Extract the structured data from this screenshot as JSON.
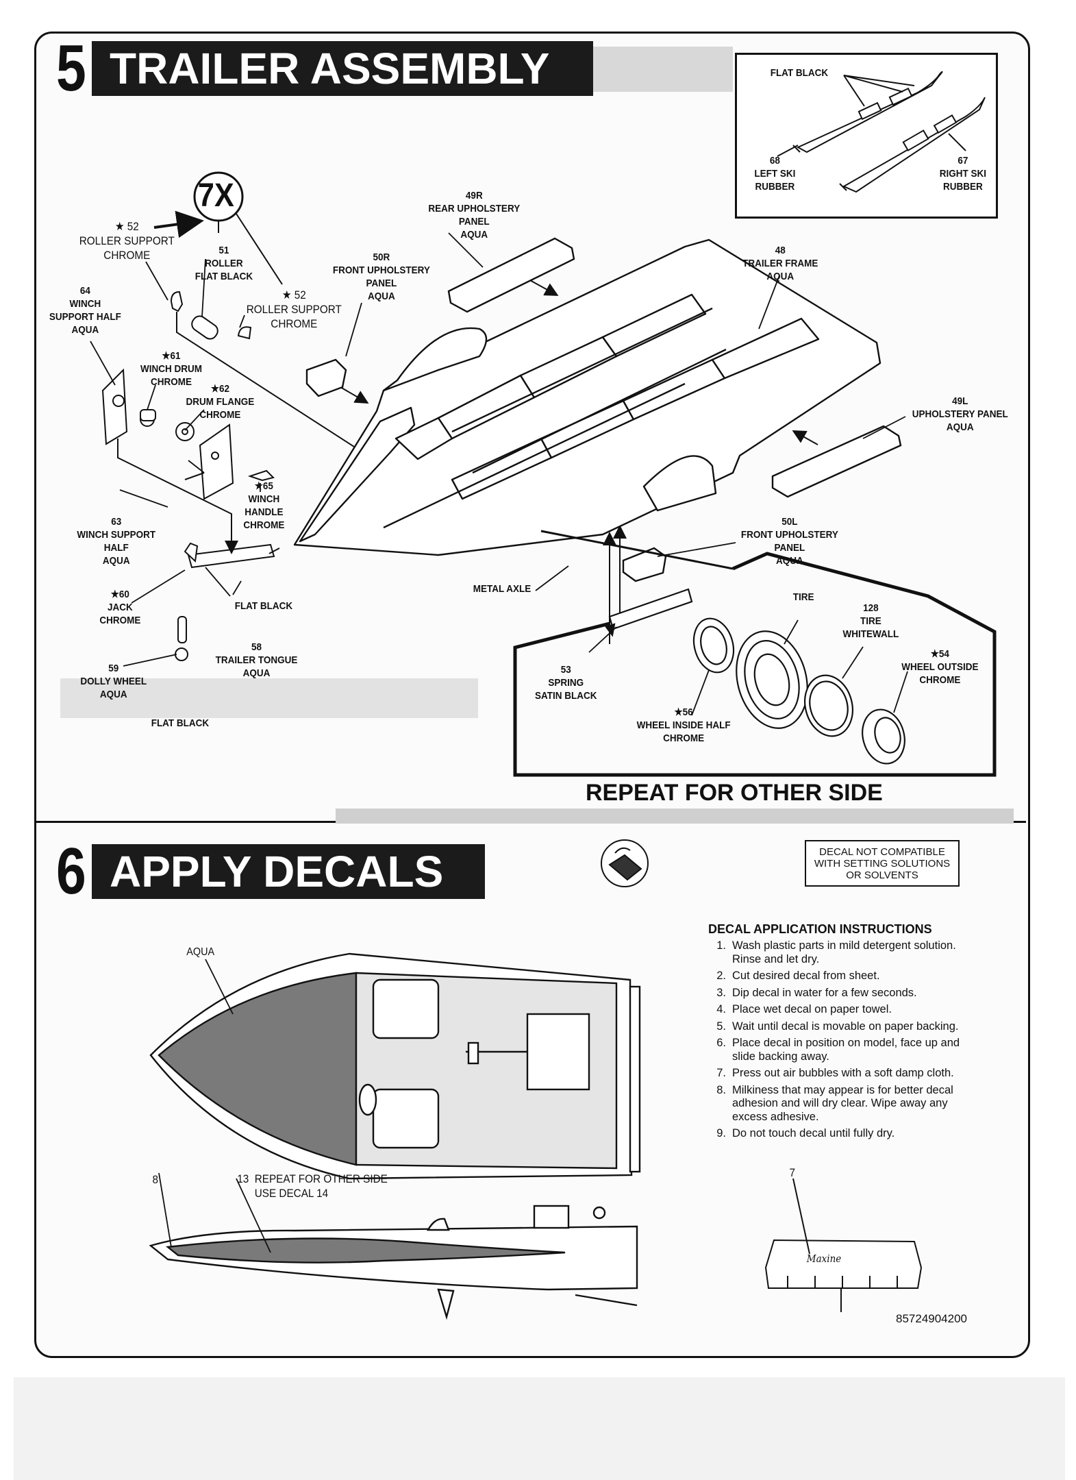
{
  "section5": {
    "number": "5",
    "title": "TRAILER ASSEMBLY",
    "inset": {
      "flat_black": "FLAT BLACK",
      "left_ski": "68\nLEFT SKI\nRUBBER",
      "right_ski": "67\nRIGHT SKI\nRUBBER"
    },
    "callout_7x": "7X",
    "labels": {
      "roller_support_left": "★ 52\nROLLER SUPPORT\nCHROME",
      "roller": "51\nROLLER\nFLAT BLACK",
      "roller_support_right": "★ 52\nROLLER SUPPORT\nCHROME",
      "winch_support_64": "64\nWINCH\nSUPPORT HALF\nAQUA",
      "winch_drum": "★61\nWINCH DRUM\nCHROME",
      "drum_flange": "★62\nDRUM FLANGE\nCHROME",
      "winch_handle": "★65\nWINCH\nHANDLE\nCHROME",
      "winch_support_63": "63\nWINCH SUPPORT\nHALF\nAQUA",
      "jack": "★60\nJACK\nCHROME",
      "tongue_flat_black": "FLAT BLACK",
      "trailer_tongue": "58\nTRAILER TONGUE\nAQUA",
      "dolly_wheel": "59\nDOLLY WHEEL\nAQUA",
      "dolly_flat_black": "FLAT BLACK",
      "rear_upholstery": "49R\nREAR UPHOLSTERY\nPANEL\nAQUA",
      "front_upholstery_r": "50R\nFRONT UPHOLSTERY\nPANEL\nAQUA",
      "trailer_frame": "48\nTRAILER FRAME\nAQUA",
      "upholstery_49l": "49L\nUPHOLSTERY PANEL\nAQUA",
      "front_upholstery_l": "50L\nFRONT UPHOLSTERY\nPANEL\nAQUA",
      "metal_axle": "METAL AXLE",
      "tire": "TIRE",
      "tire_whitewall": "128\nTIRE\nWHITEWALL",
      "wheel_outside": "★54\nWHEEL OUTSIDE\nCHROME",
      "spring": "53\nSPRING\nSATIN BLACK",
      "wheel_inside": "★56\nWHEEL INSIDE HALF\nCHROME"
    },
    "repeat_note": "REPEAT FOR OTHER SIDE"
  },
  "section6": {
    "number": "6",
    "title": "APPLY DECALS",
    "warning": [
      "DECAL NOT COMPATIBLE",
      "WITH SETTING SOLUTIONS",
      "OR SOLVENTS"
    ],
    "labels": {
      "aqua": "AQUA",
      "decal_8": "8",
      "decal_13": "13  REPEAT FOR OTHER SIDE\n      USE DECAL 14",
      "decal_7": "7",
      "engine_script": "Maxine"
    },
    "instructions_title": "DECAL APPLICATION INSTRUCTIONS",
    "instructions": [
      {
        "n": "1.",
        "text": "Wash plastic parts in mild detergent solution. Rinse and let dry."
      },
      {
        "n": "2.",
        "text": "Cut desired decal from sheet."
      },
      {
        "n": "3.",
        "text": "Dip decal in water for a few seconds."
      },
      {
        "n": "4.",
        "text": "Place wet decal on paper towel."
      },
      {
        "n": "5.",
        "text": "Wait until decal is movable on paper backing."
      },
      {
        "n": "6.",
        "text": "Place decal in position on model, face up and slide backing away."
      },
      {
        "n": "7.",
        "text": "Press out air bubbles with a soft damp cloth."
      },
      {
        "n": "8.",
        "text": "Milkiness that may appear is for better decal adhesion and will dry clear. Wipe away any excess adhesive."
      },
      {
        "n": "9.",
        "text": "Do not touch decal until fully dry."
      }
    ],
    "part_number": "85724904200"
  },
  "colors": {
    "ink": "#111111",
    "paper": "#fbfbfb",
    "header_bar": "#1b1b1b",
    "hull_fill": "#6e6e6e"
  }
}
